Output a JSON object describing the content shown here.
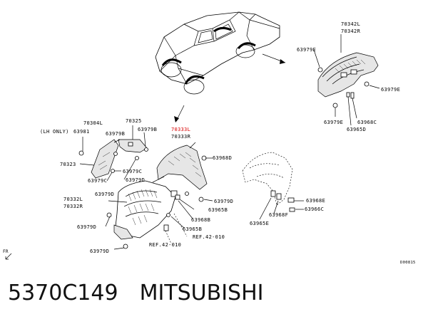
{
  "labels": {
    "l70342L": "70342L",
    "l70342R": "70342R",
    "l63979E_a": "63979E",
    "l63979E_b": "63979E",
    "l63979E_c": "63979E",
    "l63968C": "63968C",
    "l63965D": "63965D",
    "l70304L": "70304L",
    "l70325": "70325",
    "lhOnly": "(LH ONLY)",
    "l63981": "63981",
    "l63979B_a": "63979B",
    "l63979B_b": "63979B",
    "l70333L": "70333L",
    "l70333R": "70333R",
    "l70323": "70323",
    "l63979C_a": "63979C",
    "l63979C_b": "63979C",
    "l63979D_a": "63979D",
    "l63968D": "63968D",
    "l63979D_b": "63979D",
    "l70332L": "70332L",
    "l70332R": "70332R",
    "l63979D_c": "63979D",
    "l63979D_d": "63979D",
    "l63965B_a": "63965B",
    "l63968B": "63968B",
    "l63965B_b": "63965B",
    "ref1": "REF.42-010",
    "ref2": "REF.42-010",
    "l63979D_e": "63979D",
    "l63968E": "63968E",
    "l63966C": "63966C",
    "l63968F": "63968F",
    "l63965E": "63965E",
    "fr": "FR",
    "code": "D00815"
  },
  "caption": {
    "part_number": "5370C149",
    "brand": "MITSUBISHI"
  },
  "colors": {
    "highlight": "#d80000",
    "line": "#000000",
    "part_fill": "#e6e6e6"
  }
}
